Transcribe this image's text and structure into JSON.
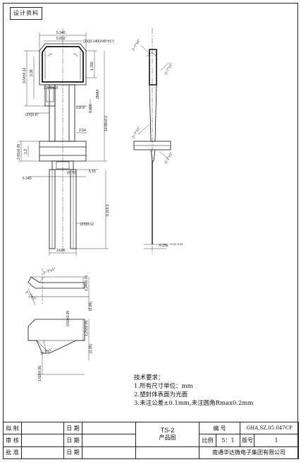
{
  "stamp": "设计资料",
  "dims": {
    "top_width": "5.340",
    "inner_width": "5.050",
    "chamfer": "(2X)0.140(X45°±1°)",
    "left_height": "3.64±0.12",
    "left_inner": "3.38",
    "right_height": "1.780",
    "dia": "1.50MAX",
    "pin_gap": "0.870",
    "pin_len": "1.200",
    "pmax": "2MAX",
    "body_total": "10.85±0.2",
    "pin_2x": "(2X)0.67",
    "pin_pitch": "2.54",
    "flange_h": "2.65±0.05",
    "flange_small": "2.2",
    "flange_w": "5.340",
    "gap_075": "(0.75)",
    "leg_w": "5.15",
    "leg_len": "9.3±0.2",
    "leg_thk": "(2X)0.12",
    "bottom_w": "3.600",
    "thick": "0.256",
    "thick_tol": "+0.05 -0.03",
    "draft_1": "2~7°±1°",
    "draft_2": "2~7°±1°",
    "draft_3": "2~7°±1°",
    "draft_4": "2~7°±1°",
    "sec_d1": "2~7°±1°",
    "sec_d2": "2~7°±1°",
    "sec_d3": "2~7°±1°",
    "sec_h1": "1.24±0.05",
    "sec_h2": "(0.96)",
    "sec_h3": "0.50±0.05",
    "sec_h4": "1.25±0.05",
    "sec_h5": "(1.95)",
    "sec_h6": "1.50±0.05"
  },
  "notes": {
    "title": "技术要求：",
    "line1": "1.所有尺寸单位：mm",
    "line2": "2.塑封体表面为光面",
    "line3": "3.未注公差±0.1mm,未注圆角Rmax0.2mm"
  },
  "titleblock": {
    "draft_label": "拟 制",
    "review_label": "审 核",
    "approve_label": "批 准",
    "date_label": "日 期",
    "product_code": "TS-2",
    "product_name": "产品图",
    "number_label": "编 号",
    "number_value": "GHA.SZ.05.047CP",
    "scale_label": "比例",
    "scale_value": "5：1",
    "version_label": "版号",
    "version_value": "1",
    "company": "南通华达微电子集团有限公司"
  }
}
